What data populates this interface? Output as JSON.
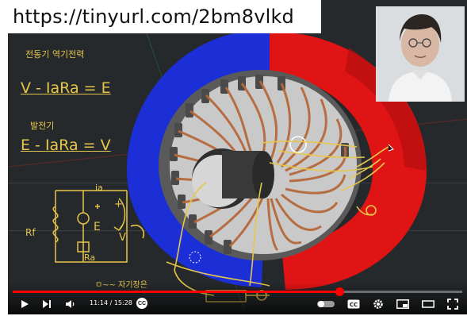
{
  "overlay": {
    "url_text": "https://tinyurl.com/2bm8vlkd"
  },
  "notes": {
    "line1": "전동기 역기전력",
    "line2": "V - IaRa = E",
    "line3": "발전기",
    "line4": "E - IaRa = V",
    "ia_label": "ia",
    "rf_label": "Rf",
    "e_label": "E",
    "ra_label": "Ra",
    "plus_label": "+",
    "v_label": "V",
    "bottom_note": "ㅁ~~ 자기장은"
  },
  "player": {
    "time_text": "11:14 / 15:28",
    "progress_fraction": 0.726,
    "accent_color": "#ff0000",
    "cc_label": "CC",
    "icons": [
      "play-icon",
      "next-icon",
      "volume-icon",
      "autoplay-toggle-icon",
      "subtitles-icon",
      "settings-icon",
      "miniplayer-icon",
      "theater-icon",
      "fullscreen-icon"
    ]
  },
  "scene": {
    "north_pole_color": "#e01414",
    "south_pole_color": "#1c2ed6",
    "stator_color": "#c9c9c9",
    "winding_color": "#b5693a"
  }
}
